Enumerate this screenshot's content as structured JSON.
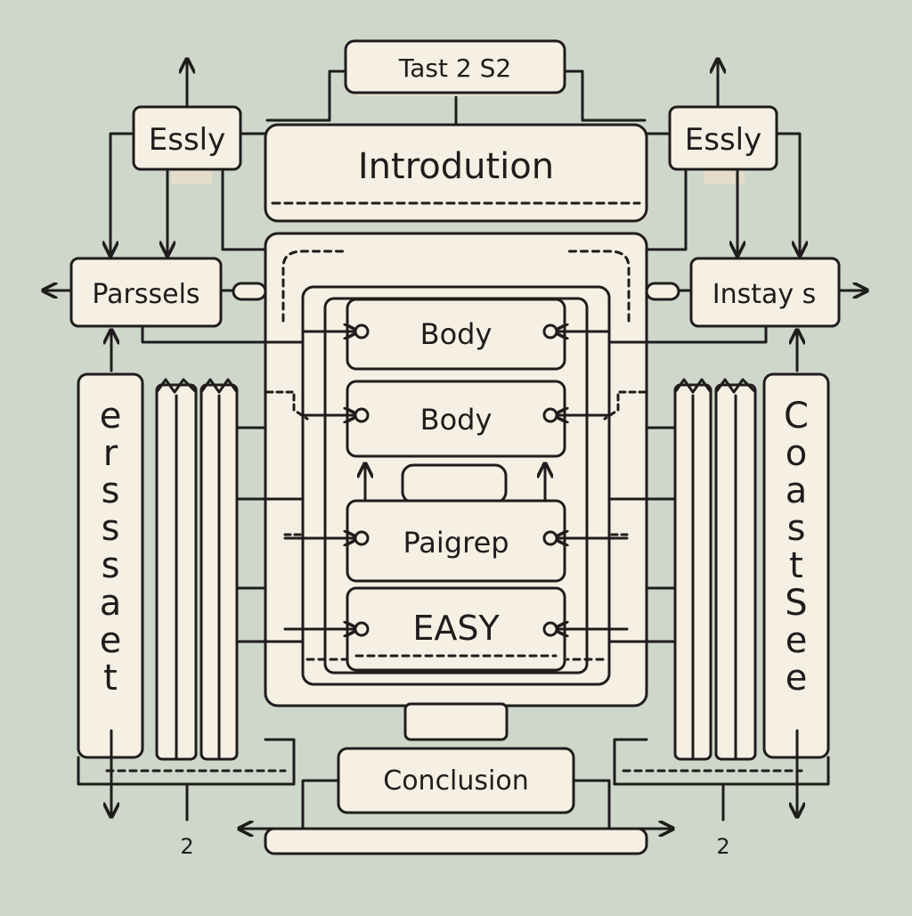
{
  "diagram": {
    "top_box": "Tast 2 S2",
    "introduction": "Introdution",
    "left_top_box": "Essly",
    "right_top_box": "Essly",
    "left_mid_box": "Parssels",
    "right_mid_box": "Instay s",
    "body_1": "Body",
    "body_2": "Body",
    "paragraph": "Paigrep",
    "easy": "EASY",
    "conclusion": "Conclusion",
    "left_column": [
      "e",
      "r",
      "s",
      "s",
      "s",
      "a",
      "e",
      "t"
    ],
    "right_column": [
      "C",
      "o",
      "a",
      "s",
      "t",
      "S",
      "e",
      "e"
    ],
    "label_bottom_left": "2",
    "label_bottom_right": "2"
  },
  "colors": {
    "background": "#cfd7cb",
    "box_fill": "#f5efe4",
    "box_shadow": "#e6dccc",
    "stroke": "#1f1d1c"
  }
}
